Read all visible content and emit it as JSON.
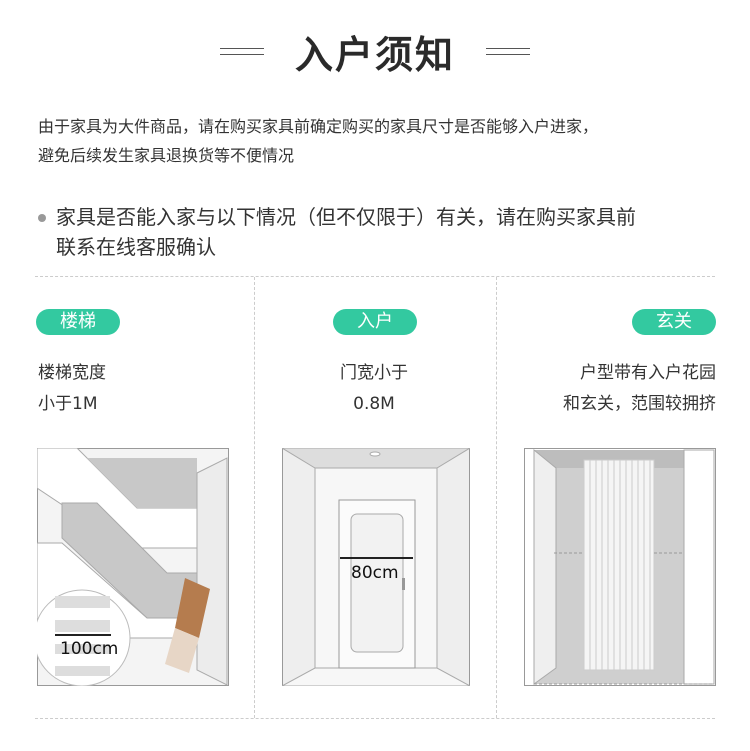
{
  "title": "入户须知",
  "intro": [
    "由于家具为大件商品，请在购买家具前确定购买的家具尺寸是否能够入户进家，",
    "避免后续发生家具退换货等不便情况"
  ],
  "note": [
    "家具是否能入家与以下情况（但不仅限于）有关，请在购买家具前",
    "联系在线客服确认"
  ],
  "columns": [
    {
      "tag": "楼梯",
      "lines": [
        "楼梯宽度",
        "小于1M"
      ],
      "measure": "100cm"
    },
    {
      "tag": "入户",
      "lines": [
        "门宽小于",
        "0.8M"
      ],
      "measure": "80cm"
    },
    {
      "tag": "玄关",
      "lines": [
        "户型带有入户花园",
        "和玄关，范围较拥挤"
      ]
    }
  ],
  "colors": {
    "accent": "#33c9a0"
  }
}
